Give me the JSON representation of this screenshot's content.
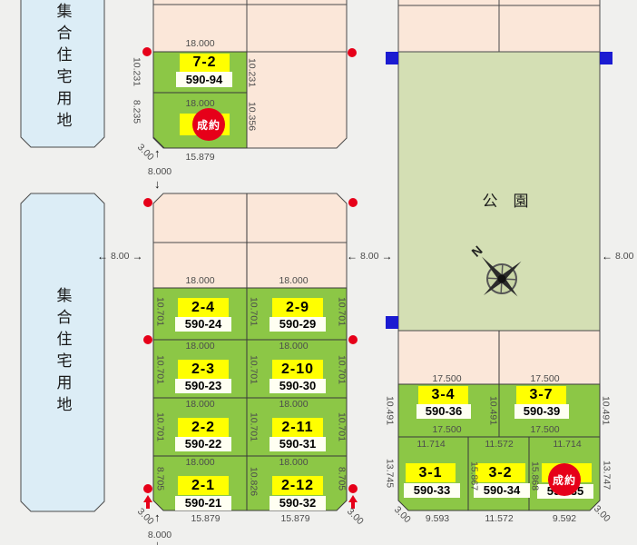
{
  "colors": {
    "background": "#f0f0ee",
    "housing_fill": "#dcedf6",
    "road_fill": "#fbe7d9",
    "lot_fill": "#8cc746",
    "park_fill": "#d4dfb4",
    "number_bg": "#ffff00",
    "code_bg": "#fffff2",
    "sold_red": "#e60019",
    "marker_blue": "#1b1bd1",
    "line": "#4a4a4a"
  },
  "housing": {
    "block1_label": "集合住宅用地",
    "block2_label": "集合住宅用地",
    "gap_dim": "8.000",
    "bottom_dim": "8.000"
  },
  "roads": {
    "left_width": "8.00",
    "mid_width": "8.00",
    "right_width": "8.00"
  },
  "block_a": {
    "width_top": "18.000",
    "width_mid": "18.000",
    "width_bottom": "15.879",
    "left_dim_upper": "10.231",
    "left_dim_lower": "8.235",
    "corner_dim": "3.00",
    "mid_dim_upper": "10.231",
    "mid_dim_lower": "10.356",
    "lot": {
      "number": "7-2",
      "code": "590-94"
    },
    "sold_label": "成約"
  },
  "block_b": {
    "pink_width_left": "18.000",
    "pink_width_right": "18.000",
    "rows": [
      {
        "dim_left": "10.701",
        "dim_mid": "10.701",
        "dim_right": "10.701",
        "lot_left": {
          "number": "2-4",
          "code": "590-24"
        },
        "lot_right": {
          "number": "2-9",
          "code": "590-29"
        }
      },
      {
        "width_left": "18.000",
        "width_right": "18.000",
        "dim_left": "10.701",
        "dim_mid": "10.701",
        "dim_right": "10.701",
        "lot_left": {
          "number": "2-3",
          "code": "590-23"
        },
        "lot_right": {
          "number": "2-10",
          "code": "590-30"
        }
      },
      {
        "width_left": "18.000",
        "width_right": "18.000",
        "dim_left": "10.701",
        "dim_mid": "10.701",
        "dim_right": "10.701",
        "lot_left": {
          "number": "2-2",
          "code": "590-22"
        },
        "lot_right": {
          "number": "2-11",
          "code": "590-31"
        }
      },
      {
        "width_left": "18.000",
        "width_right": "18.000",
        "dim_left": "8.705",
        "dim_mid": "10.826",
        "dim_right": "8.705",
        "lot_left": {
          "number": "2-1",
          "code": "590-21"
        },
        "lot_right": {
          "number": "2-12",
          "code": "590-32"
        }
      }
    ],
    "bottom_width_left": "15.879",
    "bottom_width_right": "15.879",
    "corner_dim_left": "3.00",
    "corner_dim_right": "3.00"
  },
  "block_c": {
    "park_label": "公　園",
    "north_label": "N",
    "row1": {
      "width_top_left": "17.500",
      "width_top_right": "17.500",
      "width_bottom_left": "17.500",
      "width_bottom_right": "17.500",
      "dim_left": "10.491",
      "dim_mid": "10.491",
      "dim_right": "10.491",
      "lot_left": {
        "number": "3-4",
        "code": "590-36"
      },
      "lot_right": {
        "number": "3-7",
        "code": "590-39"
      }
    },
    "row2": {
      "width_top_1": "11.714",
      "width_top_2": "11.572",
      "width_top_3": "11.714",
      "dim_1": "13.745",
      "dim_2": "15.867",
      "dim_3": "15.868",
      "dim_4": "13.747",
      "lot_1": {
        "number": "3-1",
        "code": "590-33"
      },
      "lot_2": {
        "number": "3-2",
        "code": "590-34"
      },
      "lot_3": {
        "code": "590-35"
      },
      "sold_label": "成約",
      "width_bottom_1": "9.593",
      "width_bottom_2": "11.572",
      "width_bottom_3": "9.592",
      "corner_dim_left": "3.00",
      "corner_dim_right": "3.00"
    }
  }
}
